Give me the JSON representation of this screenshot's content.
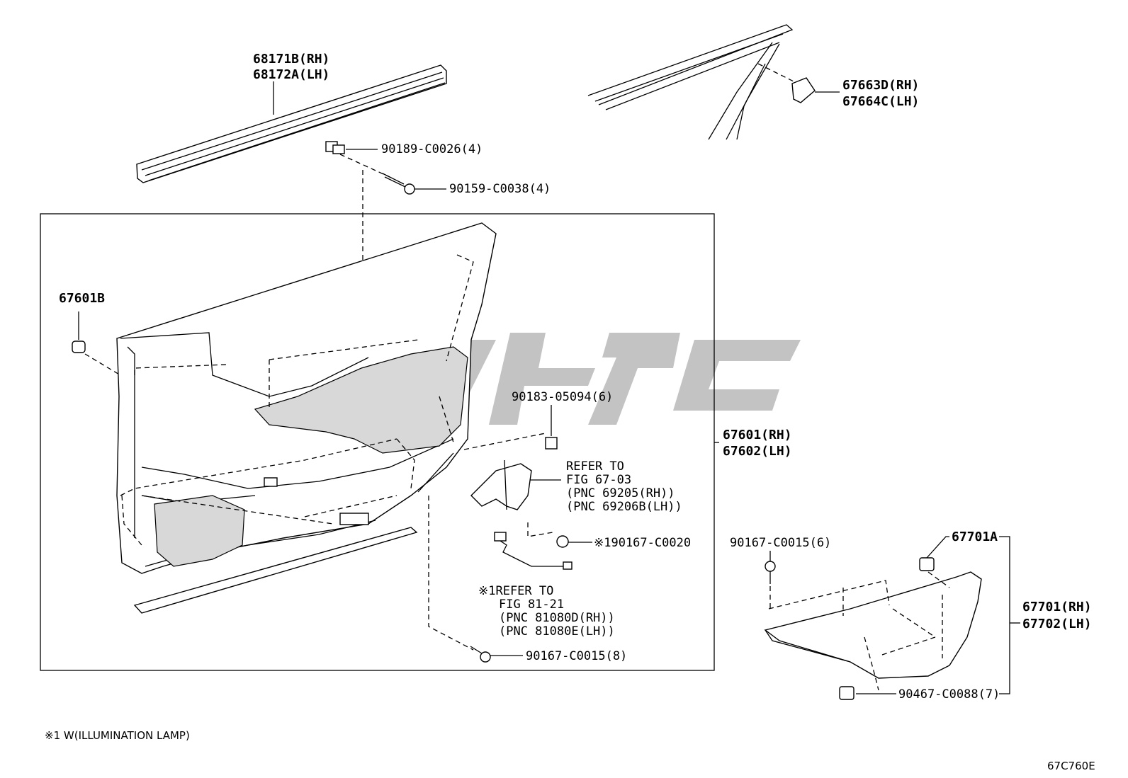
{
  "diagram_code": "67C760E",
  "footnote": "※1 W(ILLUMINATION LAMP)",
  "labels": {
    "belt_rh": "68171B(RH)",
    "belt_lh": "68172A(LH)",
    "clip_90189": "90189-C0026(4)",
    "screw_90159": "90159-C0038(4)",
    "cover_rh": "67663D(RH)",
    "cover_lh": "67664C(LH)",
    "clip_67601b": "67601B",
    "clip_90183": "90183-05094(6)",
    "panel_rh": "67601(RH)",
    "panel_lh": "67602(LH)",
    "handle_ref_1": "REFER TO",
    "handle_ref_2": "FIG 67-03",
    "handle_ref_3": "(PNC 69205(RH))",
    "handle_ref_4": "(PNC 69206B(LH))",
    "screw_90167_c0020": "※190167-C0020",
    "lamp_ref_1": "※1REFER TO",
    "lamp_ref_2": "FIG 81-21",
    "lamp_ref_3": "(PNC 81080D(RH))",
    "lamp_ref_4": "(PNC 81080E(LH))",
    "screw_90167_8": "90167-C0015(8)",
    "screw_90167_6": "90167-C0015(6)",
    "clip_67701a": "67701A",
    "lower_rh": "67701(RH)",
    "lower_lh": "67702(LH)",
    "clip_90467": "90467-C0088(7)"
  }
}
